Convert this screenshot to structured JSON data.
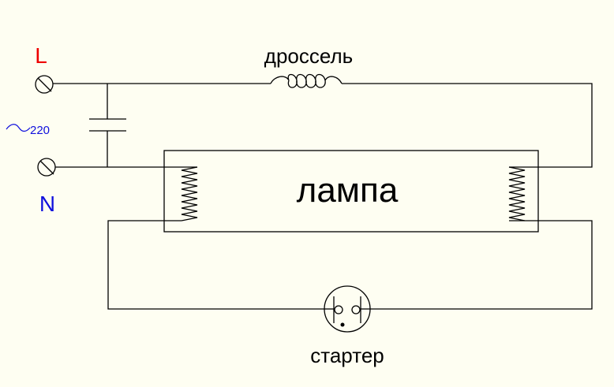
{
  "labels": {
    "line": "L",
    "neutral": "N",
    "voltage_symbol": "~",
    "voltage": "220",
    "choke": "дроссель",
    "lamp": "лампа",
    "starter": "стартер"
  },
  "colors": {
    "background": "#fefef2",
    "wire": "#000000",
    "line_label": "#ee0000",
    "neutral_label": "#1010dd"
  }
}
